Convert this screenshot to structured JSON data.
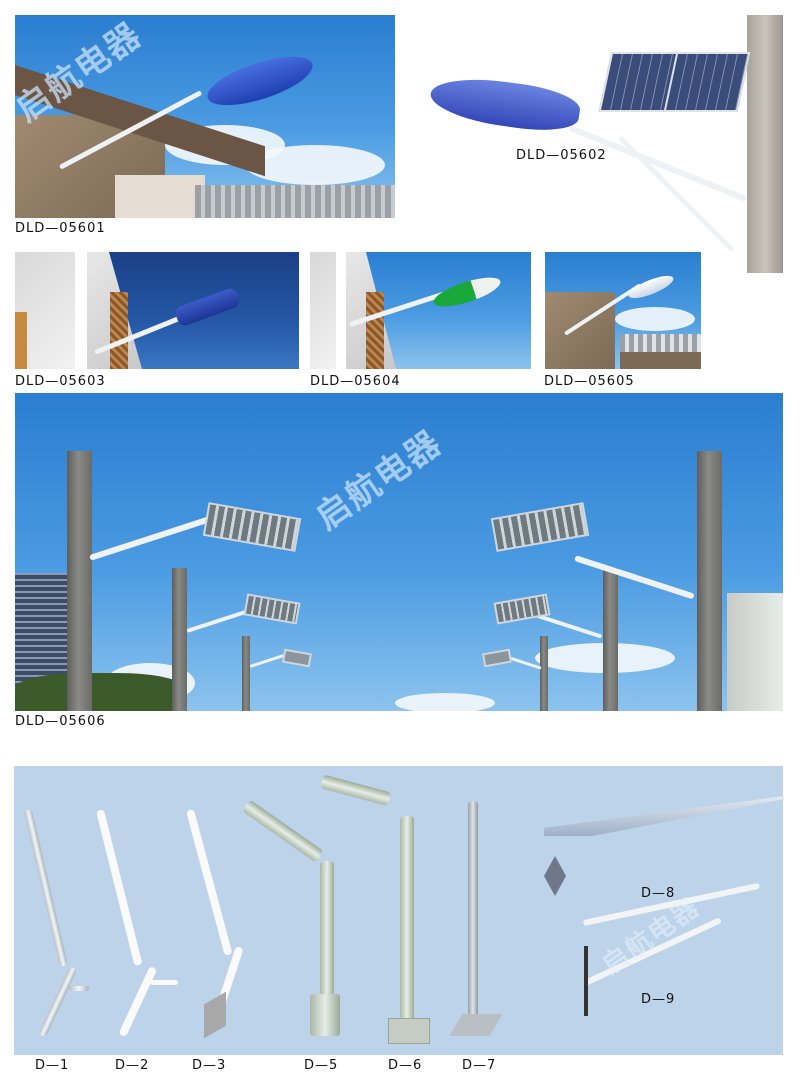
{
  "watermark": "启航电器",
  "products": [
    {
      "id": "DLD-05601",
      "label": "DLD—05601",
      "lamp_color": "#2a4fc9"
    },
    {
      "id": "DLD-05602",
      "label": "DLD—05602",
      "lamp_color": "#4a64d0"
    },
    {
      "id": "DLD-05603",
      "label": "DLD—05603",
      "lamp_color": "#2d52b8"
    },
    {
      "id": "DLD-05604",
      "label": "DLD—05604",
      "lamp_color": "#1fae3a"
    },
    {
      "id": "DLD-05605",
      "label": "DLD—05605",
      "lamp_color": "#f0f4f8"
    },
    {
      "id": "DLD-05606",
      "label": "DLD—05606",
      "lamp_color": "#d0d6dc"
    }
  ],
  "brackets": [
    {
      "label": "D—1"
    },
    {
      "label": "D—2"
    },
    {
      "label": "D—3"
    },
    {
      "label": "D—5"
    },
    {
      "label": "D—6"
    },
    {
      "label": "D—7"
    },
    {
      "label": "D—8"
    },
    {
      "label": "D—9"
    }
  ],
  "colors": {
    "bracket_panel_bg": "#bcd3ea",
    "sky": "#3b8ddc"
  }
}
